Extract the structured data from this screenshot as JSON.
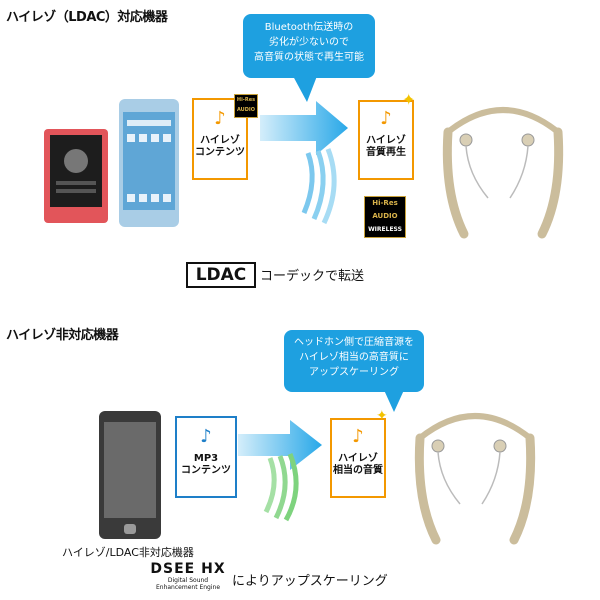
{
  "section1": {
    "title": "ハイレゾ（LDAC）対応機器",
    "bubble_lines": [
      "Bluetooth伝送時の",
      "劣化が少ないので",
      "高音質の状態で再生可能"
    ],
    "source_card_lines": [
      "ハイレゾ",
      "コンテンツ"
    ],
    "dest_card_lines": [
      "ハイレゾ",
      "音質再生"
    ],
    "small_badge": {
      "line1": "Hi-Res",
      "line2": "AUDIO"
    },
    "wireless_badge": {
      "line1": "Hi-Res",
      "line2": "AUDIO",
      "line3": "WIRELESS"
    },
    "codec_badge": "LDAC",
    "codec_caption": "コーデックで転送"
  },
  "section2": {
    "title": "ハイレゾ非対応機器",
    "bubble_lines": [
      "ヘッドホン側で圧縮音源を",
      "ハイレゾ相当の高音質に",
      "アップスケーリング"
    ],
    "source_card_lines": [
      "MP3",
      "コンテンツ"
    ],
    "dest_card_lines": [
      "ハイレゾ",
      "相当の音質"
    ],
    "device_caption": "ハイレゾ/LDAC非対応機器",
    "dsee_title": "DSEE HX",
    "dsee_sub1": "Digital Sound",
    "dsee_sub2": "Enhancement Engine",
    "dsee_caption": "によりアップスケーリング"
  },
  "colors": {
    "accent_orange": "#f39800",
    "bubble_blue": "#1ea0e0",
    "arrow_blue": "#29a8e8",
    "wave_green": "#7ed37e",
    "headphone_gold": "#cbbd9c"
  }
}
